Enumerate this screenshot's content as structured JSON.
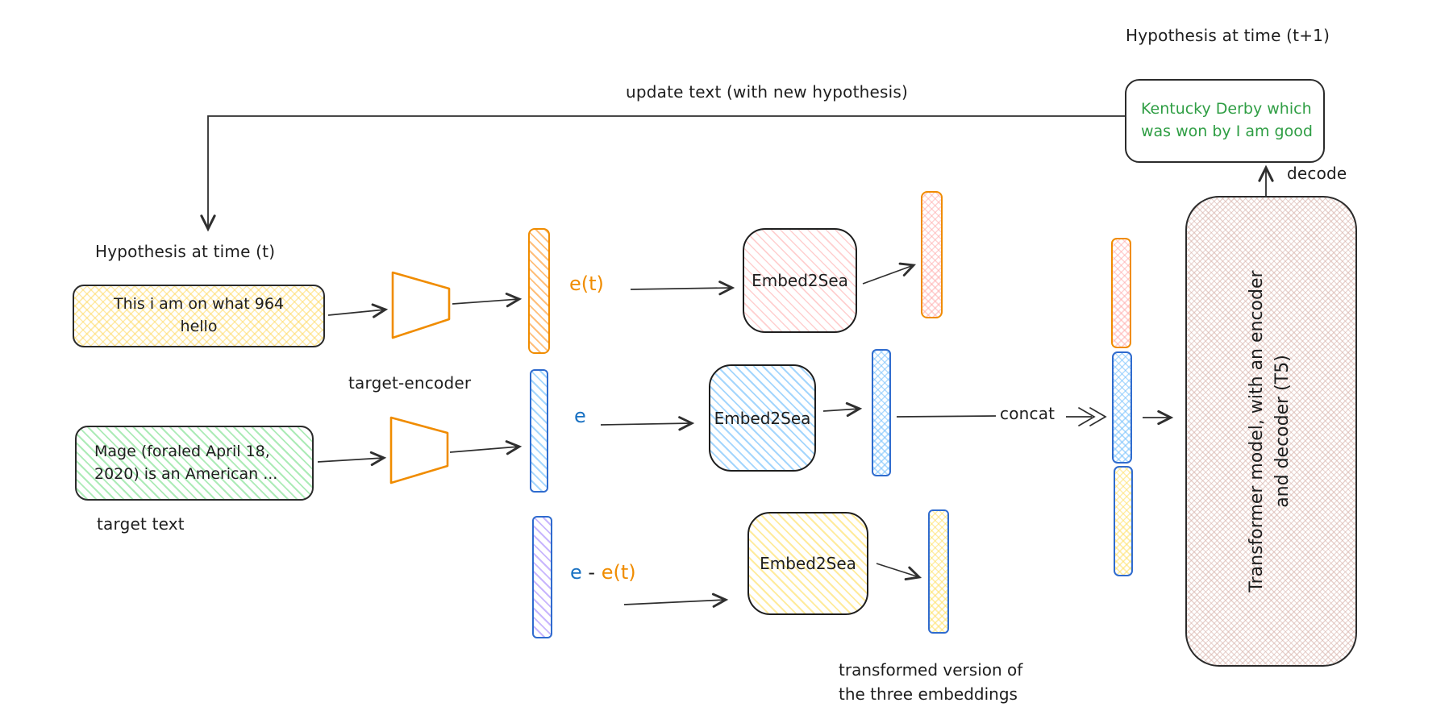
{
  "diagram": {
    "feedback": {
      "hypothesis_next_label": "Hypothesis at time (t+1)",
      "update_label": "update text (with new hypothesis)",
      "hypothesis_box_lines": [
        "Kentucky Derby which",
        "was won by I am good"
      ]
    },
    "inputs": {
      "hypothesis_label": "Hypothesis at time (t)",
      "hypothesis_text_lines": [
        "This i am on what 964",
        "hello"
      ],
      "target_text_lines": [
        "Mage (foraled April 18,",
        "2020) is an American ..."
      ],
      "target_caption": "target text"
    },
    "encoder": {
      "label": "target-encoder"
    },
    "embeddings": {
      "e_t": "e(t)",
      "e": "e",
      "diff_e": "e",
      "diff_minus": "-",
      "diff_et": "e(t)"
    },
    "embed2seq": {
      "row1": "Embed2Sea",
      "row2": "Embed2Sea",
      "row3": "Embed2Sea"
    },
    "concat_label": "concat",
    "outputs_caption_lines": [
      "transformed version of",
      "the three embeddings"
    ],
    "transformer": {
      "lines": [
        "Transformer model, with an encoder",
        "and decoder (T5)"
      ]
    },
    "decode_label": "decode"
  },
  "colors": {
    "ink": "#1e1e1e",
    "orange": "#f08c00",
    "blue": "#1971c2",
    "green": "#2f9e44",
    "yellow_fill": "#ffe066",
    "pink_fill": "#ffa8a8",
    "purple_fill": "#b197fc",
    "rose_fill": "#d6b0a8"
  }
}
